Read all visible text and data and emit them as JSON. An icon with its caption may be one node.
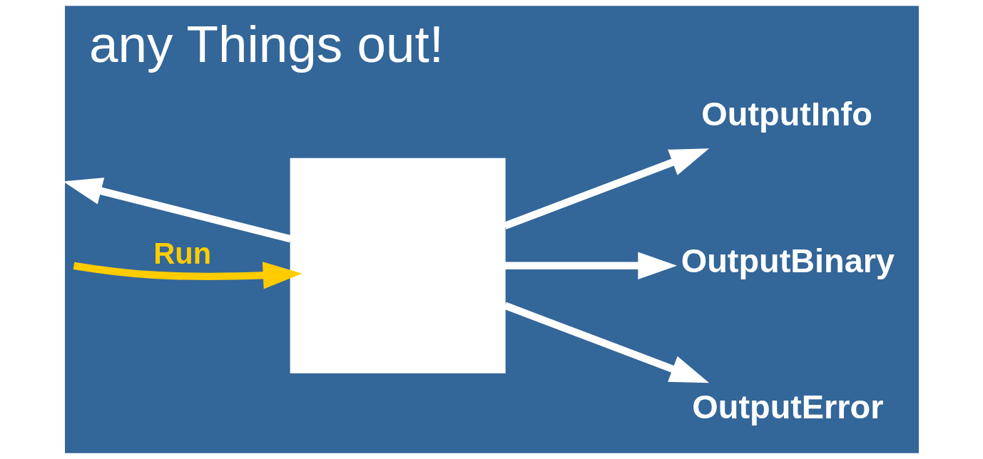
{
  "diagram": {
    "title": "any Things out!",
    "nodes": [
      {
        "text": [],
        "shape": "box"
      },
      {
        "text": [
          "OutputInfo"
        ]
      },
      {
        "text": [
          "OutputBinary"
        ]
      },
      {
        "text": [
          "OutputError"
        ]
      }
    ],
    "edges": [
      {
        "from": 0,
        "to": 1,
        "arrow": "to"
      },
      {
        "from": 0,
        "to": 2,
        "arrow": "to"
      },
      {
        "from": 0,
        "to": 3,
        "arrow": "to"
      },
      {
        "from": 0,
        "to": null,
        "arrow": "to"
      },
      {
        "from": null,
        "to": 0,
        "arrow": "to",
        "label": "Run",
        "color": "#ffcc00"
      }
    ]
  }
}
